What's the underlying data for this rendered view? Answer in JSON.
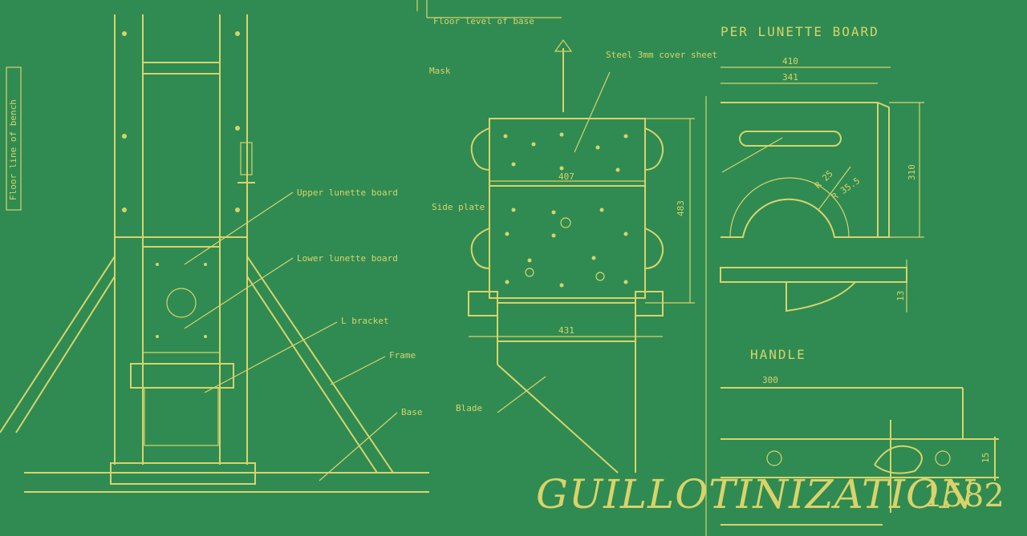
{
  "title": {
    "name": "GUILLOTINIZATION",
    "year": "1582"
  },
  "labels": {
    "side_note": "Floor line of bench",
    "top_note": "Floor level of base",
    "mask": "Mask",
    "steel_cover": "Steel 3mm cover sheet",
    "upper_board": "Upper lunette board",
    "lower_board": "Lower lunette board",
    "bracket": "L bracket",
    "frame": "Frame",
    "base": "Base",
    "side_plate": "Side plate",
    "blade": "Blade",
    "lunette_heading": "PER LUNETTE BOARD",
    "handle_heading": "HANDLE"
  },
  "dimensions": {
    "d_407": "407",
    "d_483": "483",
    "d_431": "431",
    "d_410": "410",
    "d_341": "341",
    "d_310": "310",
    "d_r25": "R 25",
    "d_r35": "R 35.5",
    "d_13": "13",
    "d_300": "300",
    "d_15": "15"
  },
  "colors": {
    "background": "#2f8b52",
    "ink": "#d9d36a"
  }
}
